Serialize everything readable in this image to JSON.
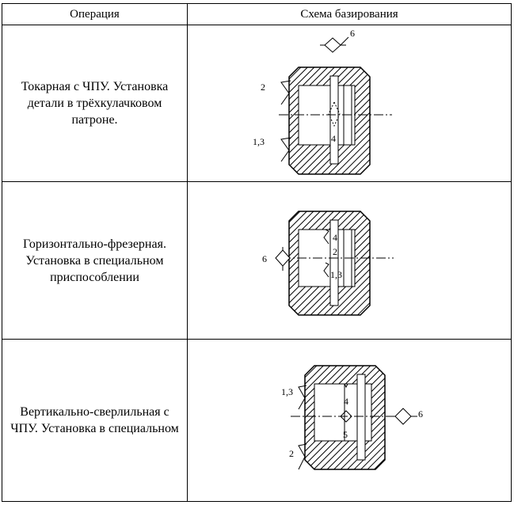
{
  "table": {
    "headers": {
      "operation": "Операция",
      "scheme": "Схема базирования"
    },
    "rows": [
      {
        "operation": "Токарная с ЧПУ. Установка детали в трёхкулачковом патроне.",
        "labels": {
          "a": "6",
          "b": "2",
          "c": "1,3",
          "d": "4"
        }
      },
      {
        "operation": "Горизонтально-фрезерная. Установка в специальном приспособлении",
        "labels": {
          "a": "6",
          "b": "4",
          "c": "2",
          "d": "1,3"
        }
      },
      {
        "operation": "Вертикально-сверлильная с ЧПУ. Установка в специальном",
        "labels": {
          "a": "1,3",
          "b": "4",
          "c": "6",
          "d": "5",
          "e": "2"
        }
      }
    ]
  }
}
